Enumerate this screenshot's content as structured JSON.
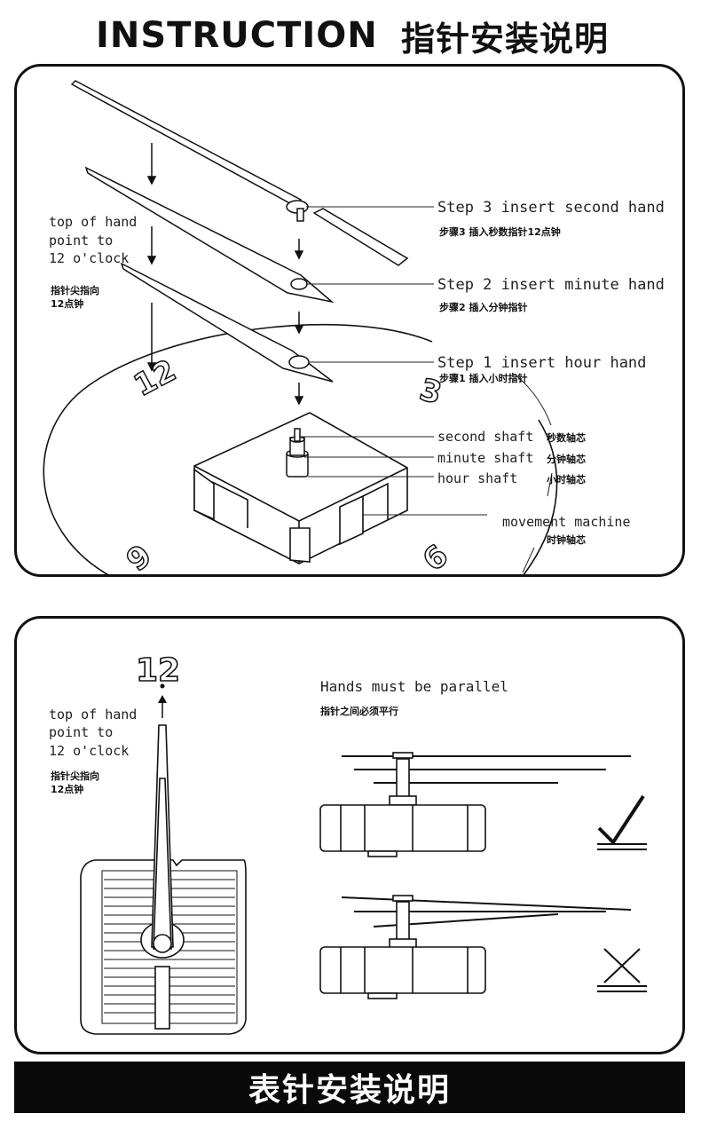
{
  "header": {
    "title_en": "INSTRUCTION",
    "title_zh": "指针安装说明"
  },
  "panel1": {
    "top_of_hand": [
      "top of hand",
      "point to",
      "12 o'clock"
    ],
    "top_of_hand_zh": [
      "指针尖指向",
      "12点钟"
    ],
    "step3_en": "Step 3 insert second hand",
    "step3_zh": "步骤3 插入秒数指针12点钟",
    "step2_en": "Step 2 insert minute hand",
    "step2_zh": "步骤2 插入分钟指针",
    "step1_en": "Step 1 insert hour hand",
    "step1_zh": "步骤1 插入小时指针",
    "second_shaft_en": "second shaft",
    "second_shaft_zh": "秒数轴芯",
    "minute_shaft_en": "minute shaft",
    "minute_shaft_zh": "分钟轴芯",
    "hour_shaft_en": "hour shaft",
    "hour_shaft_zh": "小时轴芯",
    "movement_en": "movement machine",
    "movement_zh": "时钟轴芯",
    "dial_numbers": [
      "12",
      "3",
      "9",
      "6"
    ]
  },
  "panel2": {
    "twelve": "12",
    "top_of_hand": [
      "top of hand",
      "point to",
      "12 o'clock"
    ],
    "top_of_hand_zh": [
      "指针尖指向",
      "12点钟"
    ],
    "parallel_en": "Hands must be parallel",
    "parallel_zh": "指针之间必须平行",
    "correct_icon": "check-mark-icon",
    "wrong_icon": "cross-mark-icon"
  },
  "footer": {
    "title": "表针安装说明"
  }
}
